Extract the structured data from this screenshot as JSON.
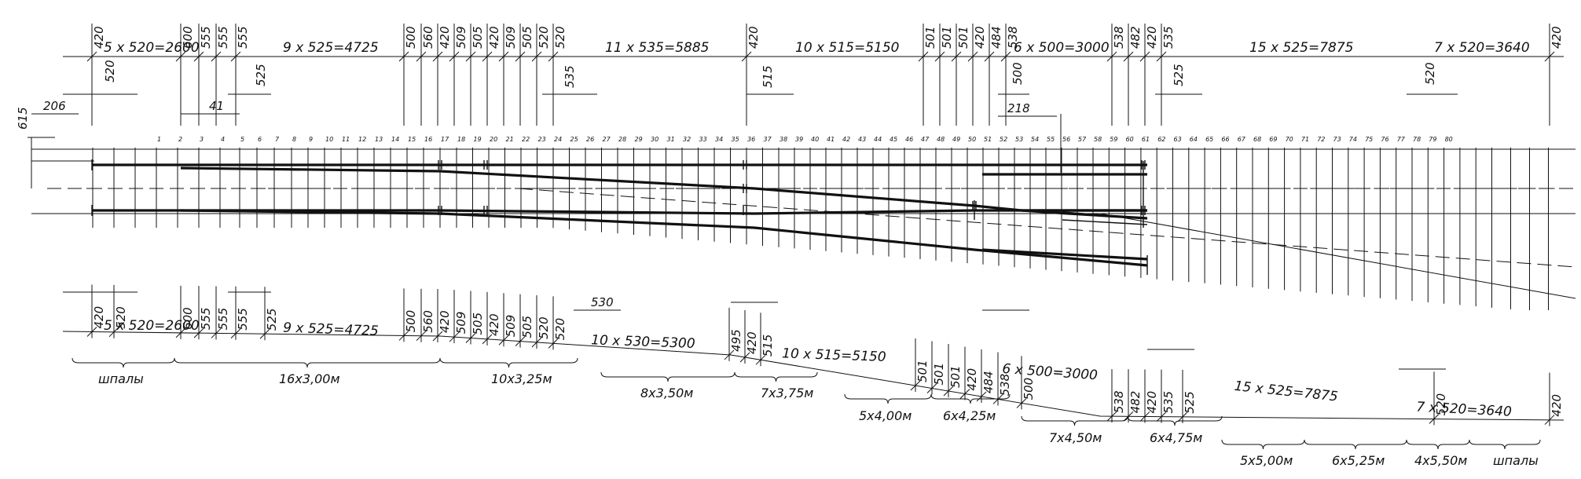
{
  "top_dimensions": [
    {
      "name": "top-dim-5x520",
      "text": "5 x 520=2600"
    },
    {
      "name": "top-dim-9x525",
      "text": "9 x 525=4725"
    },
    {
      "name": "top-dim-11x535",
      "text": "11 x 535=5885"
    },
    {
      "name": "top-dim-10x515",
      "text": "10 x 515=5150"
    },
    {
      "name": "top-dim-6x500",
      "text": "6 x 500=3000"
    },
    {
      "name": "top-dim-15x525",
      "text": "15 x 525=7875"
    },
    {
      "name": "top-dim-7x520",
      "text": "7 x 520=3640"
    }
  ],
  "top_vertical_dims": [
    "420",
    "600",
    "555",
    "555",
    "555",
    "500",
    "560",
    "420",
    "509",
    "505",
    "420",
    "509",
    "505",
    "520",
    "520",
    "420",
    "501",
    "501",
    "501",
    "420",
    "484",
    "538",
    "538",
    "482",
    "420",
    "535",
    "420"
  ],
  "top_secondary_dims": [
    "520",
    "525",
    "535",
    "515",
    "500",
    "525",
    "520"
  ],
  "side_dims": {
    "d615": "615",
    "d206": "206",
    "d41": "41",
    "d218": "218"
  },
  "sleeper_numbers": [
    "1",
    "2",
    "3",
    "4",
    "5",
    "6",
    "7",
    "8",
    "9",
    "10",
    "11",
    "12",
    "13",
    "14",
    "15",
    "16",
    "17",
    "18",
    "19",
    "20",
    "21",
    "22",
    "23",
    "24",
    "25",
    "26",
    "27",
    "28",
    "29",
    "30",
    "31",
    "32",
    "33",
    "34",
    "35",
    "36",
    "37",
    "38",
    "39",
    "40",
    "41",
    "42",
    "43",
    "44",
    "45",
    "46",
    "47",
    "48",
    "49",
    "50",
    "51",
    "52",
    "53",
    "54",
    "55",
    "56",
    "57",
    "58",
    "59",
    "60",
    "61",
    "62",
    "63",
    "64",
    "65",
    "66",
    "67",
    "68",
    "69",
    "70",
    "71",
    "72",
    "73",
    "74",
    "75",
    "76",
    "77",
    "78",
    "79",
    "80"
  ],
  "bottom_dimensions": [
    {
      "name": "bottom-dim-5x520",
      "text": "5 x 520=2600"
    },
    {
      "name": "bottom-dim-9x525",
      "text": "9 x 525=4725"
    },
    {
      "name": "bottom-dim-10x530",
      "text": "10 x 530=5300"
    },
    {
      "name": "bottom-dim-10x515",
      "text": "10 x 515=5150"
    },
    {
      "name": "bottom-dim-6x500",
      "text": "6 x 500=3000"
    },
    {
      "name": "bottom-dim-15x525",
      "text": "15 x 525=7875"
    },
    {
      "name": "bottom-dim-7x520",
      "text": "7 x 520=3640"
    }
  ],
  "bottom_vertical_dims": [
    "420",
    "520",
    "600",
    "555",
    "555",
    "555",
    "525",
    "500",
    "560",
    "420",
    "509",
    "505",
    "420",
    "509",
    "505",
    "520",
    "520",
    "495",
    "420",
    "515",
    "501",
    "501",
    "501",
    "420",
    "484",
    "538",
    "500",
    "538",
    "482",
    "420",
    "535",
    "525",
    "520",
    "420"
  ],
  "bottom_extra": {
    "d530": "530"
  },
  "groups": [
    {
      "name": "group-shpaly-left",
      "text": "шпалы"
    },
    {
      "name": "group-16x300",
      "text": "16х3,00м"
    },
    {
      "name": "group-10x325",
      "text": "10х3,25м"
    },
    {
      "name": "group-8x350",
      "text": "8х3,50м"
    },
    {
      "name": "group-7x375",
      "text": "7х3,75м"
    },
    {
      "name": "group-5x400",
      "text": "5х4,00м"
    },
    {
      "name": "group-6x425",
      "text": "6х4,25м"
    },
    {
      "name": "group-7x450",
      "text": "7х4,50м"
    },
    {
      "name": "group-6x475",
      "text": "6х4,75м"
    },
    {
      "name": "group-5x500",
      "text": "5х5,00м"
    },
    {
      "name": "group-6x525",
      "text": "6х5,25м"
    },
    {
      "name": "group-4x550",
      "text": "4х5,50м"
    },
    {
      "name": "group-shpaly-right",
      "text": "шпалы"
    }
  ]
}
